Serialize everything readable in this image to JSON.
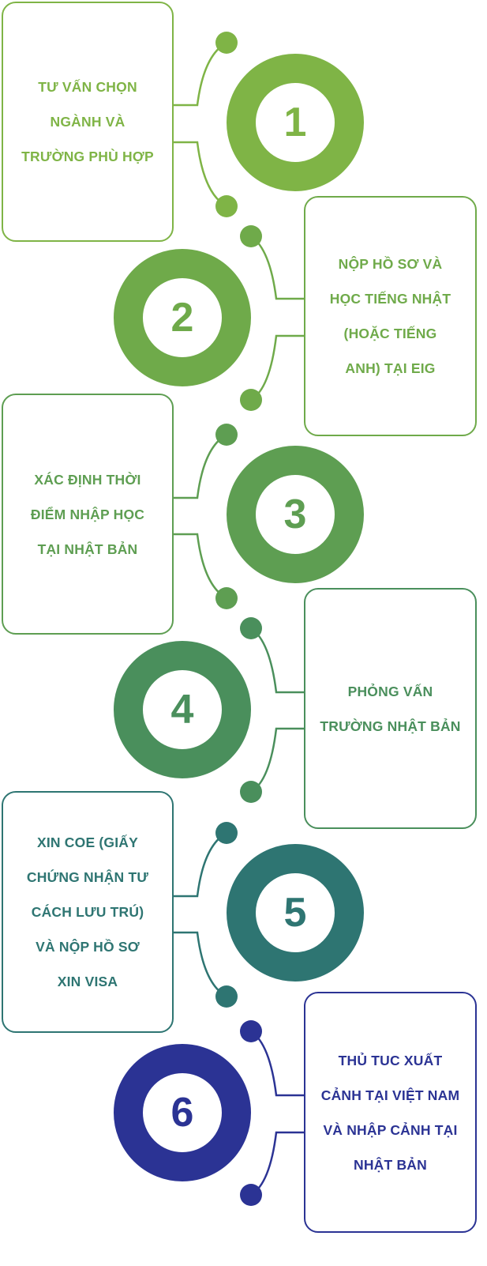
{
  "steps": [
    {
      "number": "1",
      "label": "TƯ VẤN CHỌN\nNGÀNH VÀ\nTRƯỜNG PHÙ HỢP",
      "color": "#7FB446"
    },
    {
      "number": "2",
      "label": "NỘP HỒ SƠ VÀ\nHỌC TIẾNG NHẬT\n(HOẶC TIẾNG\nANH) TẠI EIG",
      "color": "#6FAA4A"
    },
    {
      "number": "3",
      "label": "XÁC ĐỊNH THỜI\nĐIỂM NHẬP HỌC\nTẠI NHẬT BẢN",
      "color": "#5E9E52"
    },
    {
      "number": "4",
      "label": "PHỎNG VẤN\nTRƯỜNG NHẬT BẢN",
      "color": "#4A8F5C"
    },
    {
      "number": "5",
      "label": "XIN COE (GIẤY\nCHỨNG NHẬN TƯ\nCÁCH LƯU TRÚ)\nVÀ NỘP HỒ SƠ\nXIN VISA",
      "color": "#2E7572"
    },
    {
      "number": "6",
      "label": "THỦ TUC XUẤT\nCẢNH TẠI VIỆT NAM\nVÀ NHẬP CẢNH TẠI\nNHẬT BẢN",
      "color": "#2B3394"
    }
  ]
}
